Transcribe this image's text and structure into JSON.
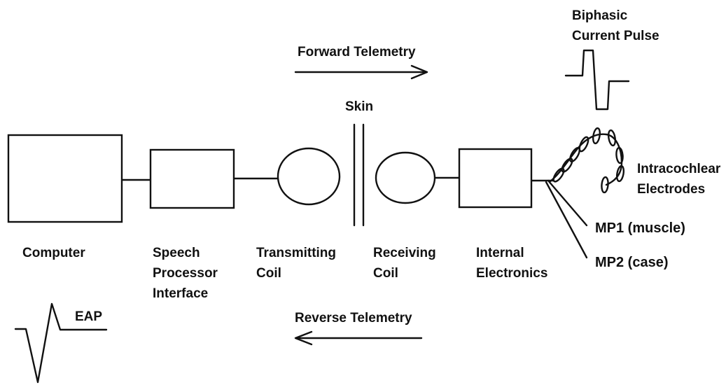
{
  "labels": {
    "forward_telemetry": "Forward Telemetry",
    "reverse_telemetry": "Reverse Telemetry",
    "skin": "Skin",
    "biphasic": [
      "Biphasic",
      "Current Pulse"
    ],
    "intracochlear": [
      "Intracochlear",
      "Electrodes"
    ],
    "mp1": "MP1 (muscle)",
    "mp2": "MP2 (case)",
    "computer": "Computer",
    "speech_processor": [
      "Speech",
      "Processor",
      "Interface"
    ],
    "transmitting_coil": [
      "Transmitting",
      "Coil"
    ],
    "receiving_coil": [
      "Receiving",
      "Coil"
    ],
    "internal_electronics": [
      "Internal",
      "Electronics"
    ],
    "eap": "EAP"
  },
  "colors": {
    "line": "#111111",
    "background": "#ffffff"
  }
}
